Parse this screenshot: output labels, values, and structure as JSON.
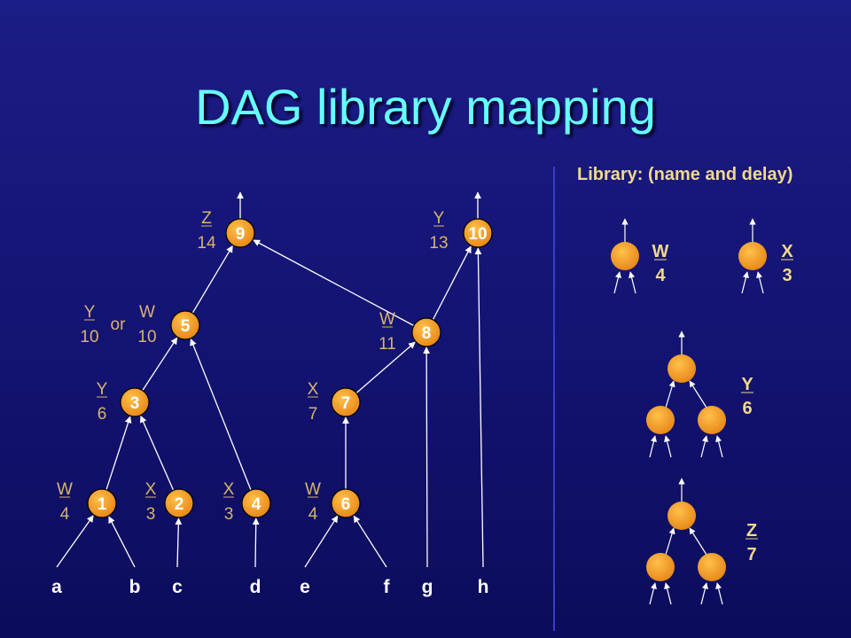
{
  "title": "DAG library mapping",
  "library_header": "Library:  (name and delay)",
  "colors": {
    "background": "#16167a",
    "title": "#66ffff",
    "node_fill": "#f59a1a",
    "node_text": "#ffffff",
    "label": "#d9b46a",
    "library_label": "#f2d98a",
    "divider": "#3a3ad0",
    "edge": "#ffffff"
  },
  "dag": {
    "nodes": [
      {
        "id": "9"
      },
      {
        "id": "10"
      },
      {
        "id": "5"
      },
      {
        "id": "8"
      },
      {
        "id": "3"
      },
      {
        "id": "7"
      },
      {
        "id": "1"
      },
      {
        "id": "2"
      },
      {
        "id": "4"
      },
      {
        "id": "6"
      }
    ],
    "inputs": [
      "a",
      "b",
      "c",
      "d",
      "e",
      "f",
      "g",
      "h"
    ],
    "edges": [
      [
        "a",
        "1"
      ],
      [
        "b",
        "1"
      ],
      [
        "c",
        "2"
      ],
      [
        "d",
        "4"
      ],
      [
        "e",
        "6"
      ],
      [
        "f",
        "6"
      ],
      [
        "g",
        "8"
      ],
      [
        "h",
        "10"
      ],
      [
        "1",
        "3"
      ],
      [
        "2",
        "3"
      ],
      [
        "3",
        "5"
      ],
      [
        "4",
        "5"
      ],
      [
        "6",
        "7"
      ],
      [
        "7",
        "8"
      ],
      [
        "5",
        "9"
      ],
      [
        "8",
        "9"
      ],
      [
        "8",
        "10"
      ]
    ],
    "annotations": [
      {
        "node": "9",
        "name": "Z",
        "delay": "14"
      },
      {
        "node": "10",
        "name": "Y",
        "delay": "13"
      },
      {
        "node": "5",
        "name": "Y",
        "delay": "10",
        "or": "or",
        "alt_name": "W",
        "alt_delay": "10"
      },
      {
        "node": "8",
        "name": "W",
        "delay": "11"
      },
      {
        "node": "3",
        "name": "Y",
        "delay": "6"
      },
      {
        "node": "7",
        "name": "X",
        "delay": "7"
      },
      {
        "node": "1",
        "name": "W",
        "delay": "4"
      },
      {
        "node": "2",
        "name": "X",
        "delay": "3"
      },
      {
        "node": "4",
        "name": "X",
        "delay": "3"
      },
      {
        "node": "6",
        "name": "W",
        "delay": "4"
      }
    ]
  },
  "library": [
    {
      "name": "W",
      "delay": "4",
      "shape": "single"
    },
    {
      "name": "X",
      "delay": "3",
      "shape": "single"
    },
    {
      "name": "Y",
      "delay": "6",
      "shape": "tree"
    },
    {
      "name": "Z",
      "delay": "7",
      "shape": "tree"
    }
  ]
}
